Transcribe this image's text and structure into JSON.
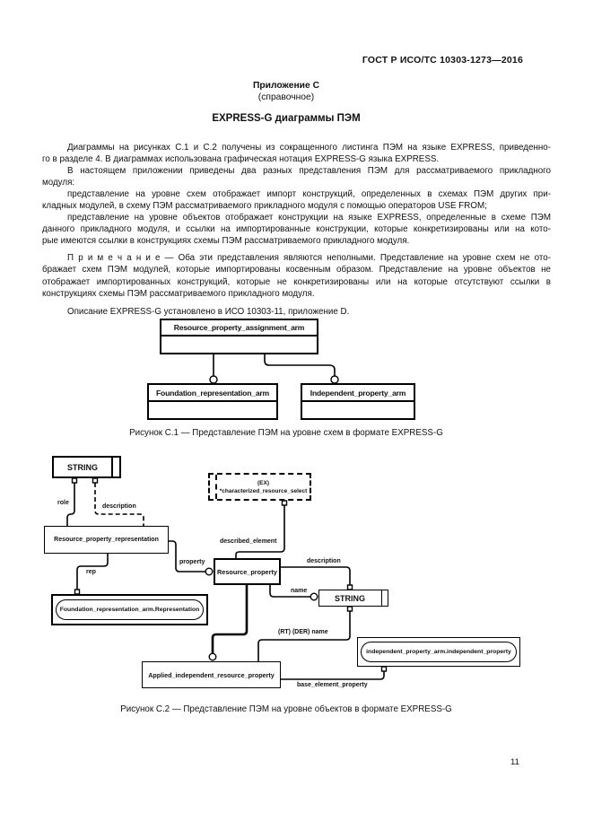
{
  "header": {
    "doc_code": "ГОСТ Р ИСО/ТС 10303-1273—2016"
  },
  "annex": {
    "title": "Приложение С",
    "type": "(справочное)",
    "heading": "EXPRESS-G диаграммы ПЭМ"
  },
  "body": {
    "p1": {
      "lines": [
        "Диаграммы на рисунках С.1 и С.2 получены из сокращенного листинга ПЭМ на языке EXPRESS, приведенно-",
        "го в разделе 4. В диаграммах использована графическая нотация EXPRESS-G языка EXPRESS."
      ]
    },
    "p2": {
      "lines": [
        "В настоящем приложении приведены два разных представления ПЭМ для рассматриваемого прикладного",
        "модуля:"
      ]
    },
    "p3": {
      "lines": [
        "представление на уровне схем отображает импорт конструкций, определенных в схемах ПЭМ других при-",
        "кладных модулей, в схему ПЭМ рассматриваемого прикладного модуля с помощью операторов USE FROM;"
      ]
    },
    "p4": {
      "lines": [
        "представление на уровне объектов отображает конструкции на языке EXPRESS, определенные в схеме ПЭМ",
        "данного прикладного модуля, и ссылки на импортированные конструкции, которые конкретизированы или на кото-",
        "рые имеются ссылки в конструкциях схемы ПЭМ рассматриваемого прикладного модуля."
      ]
    },
    "note": {
      "lines": [
        "П р и м е ч а н и е  — Оба эти представления являются неполными. Представление на уровне схем не ото-",
        "бражает схем ПЭМ модулей, которые импортированы косвенным образом. Представление на уровне объектов не",
        "отображает импортированных конструкций, которые не конкретизированы или на которые отсутствуют ссылки в",
        "конструкциях схемы ПЭМ рассматриваемого прикладного модуля."
      ]
    },
    "p6": {
      "lines": [
        "Описание EXPRESS-G установлено в ИСО 10303-11, приложение D."
      ]
    }
  },
  "figure_c1": {
    "caption": "Рисунок С.1 — Представление ПЭМ на уровне схем в формате EXPRESS-G",
    "boxes": {
      "parent": "Resource_property_assignment_arm",
      "child1": "Foundation_representation_arm",
      "child2": "Independent_property_arm"
    }
  },
  "figure_c2": {
    "caption": "Рисунок С.2 — Представление ПЭМ на уровне объектов в формате EXPRESS-G",
    "boxes": {
      "string1": "STRING",
      "select_tag": "(EX)",
      "select_name": "*characterized_resource_select",
      "rpr": "Resource_property_representation",
      "rp": "Resource_property",
      "string2": "STRING",
      "foundation": "Foundation_representation_arm.Representation",
      "applied": "Applied_independent_resource_property",
      "independent": "independent_property_arm.independent_property"
    },
    "edge_labels": {
      "role": "role",
      "description1": "description",
      "property": "property",
      "described_element": "described_element",
      "description2": "description",
      "name": "name",
      "rep": "rep",
      "rt_der_name": "(RT) (DER) name",
      "base_element_property": "base_element_property"
    }
  },
  "page": {
    "number": "11"
  }
}
